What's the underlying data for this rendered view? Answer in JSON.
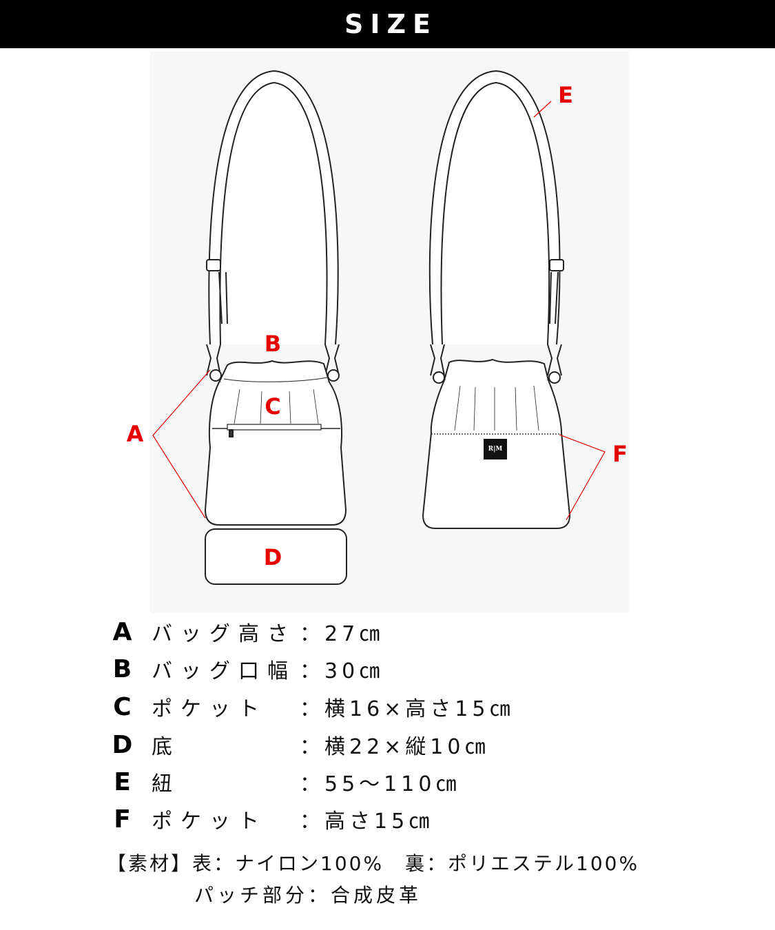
{
  "header": {
    "title": "SIZE"
  },
  "diagram": {
    "accent_color": "#e60000",
    "callouts": {
      "a": "A",
      "b": "B",
      "c": "C",
      "d": "D",
      "e": "E",
      "f": "F"
    },
    "patch_logo": "R|M"
  },
  "specs": [
    {
      "letter": "A",
      "label": "バッグ高さ",
      "value": "：27㎝"
    },
    {
      "letter": "B",
      "label": "バッグ口幅",
      "value": "：30㎝"
    },
    {
      "letter": "C",
      "label": "ポケット",
      "value": "：横16×高さ15㎝"
    },
    {
      "letter": "D",
      "label": "底",
      "value": "：横22×縦10㎝"
    },
    {
      "letter": "E",
      "label": "紐",
      "value": "：55～110㎝"
    },
    {
      "letter": "F",
      "label": "ポケット",
      "value": "：高さ15㎝"
    }
  ],
  "material": {
    "line1": "【素材】表：ナイロン100%　裏：ポリエステル100%",
    "line2": "パッチ部分：合成皮革"
  }
}
